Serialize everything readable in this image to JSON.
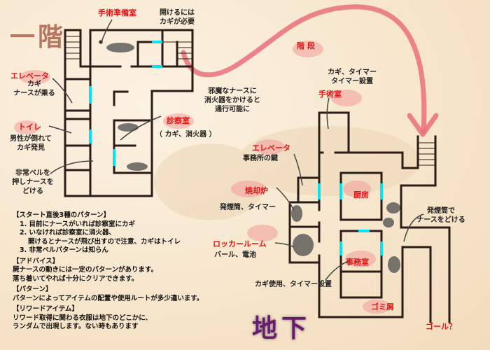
{
  "floors": {
    "first_floor_title": "一階",
    "basement_title": "地下"
  },
  "first_floor": {
    "surgery_prep": "手術準備室",
    "key_needed": [
      "開けるには",
      "カギが必要"
    ],
    "elevator": "エレベータ",
    "elevator_note": [
      "カギ",
      "ナースが乗る"
    ],
    "toilet": "トイレ",
    "toilet_note": [
      "男性が倒れて",
      "カギ発見"
    ],
    "alarm_note": [
      "非常ベルを",
      "押しナースを",
      "どける"
    ],
    "exam_room": "診察室",
    "exam_room_note": "（ カギ、消火器 ）",
    "extinguisher_note": [
      "邪魔なナースに",
      "消火器をかけると",
      "通行可能に"
    ]
  },
  "basement": {
    "stairs": "階 段",
    "surgery_note": [
      "カギ、タイマー",
      "タイマー設置"
    ],
    "surgery": "手術室",
    "elevator": "エレベータ",
    "elevator_note": "事務所の鍵",
    "incinerator": "焼却炉",
    "incinerator_note": "発煙筒、タイマー",
    "kitchen": "厨房",
    "locker_room": "ロッカールーム",
    "locker_note": "バール、電池",
    "office": "事務室",
    "office_note": "カギ使用、タイマー設置",
    "smoke_note": [
      "発煙筒で",
      "ナースをどける"
    ],
    "trash": "ゴミ屑",
    "goal": "ゴール？"
  },
  "notes": {
    "start_heading": "【スタート直後3種のパターン】",
    "start_items": [
      "1. 目前にナースがいれば診察室にカギ",
      "2. いなければ診察室に消火器、",
      "開けるとナースが飛び出すので注意、カギはトイレ",
      "3. 非常ベルパターンは知らん"
    ],
    "advice_heading": "【アドバイス】",
    "advice": [
      "屍ナースの動きには一定のパターンがあります。",
      "落ち着いてやれば十分にクリアできます。"
    ],
    "pattern_heading": "【パターン】",
    "pattern": "パターンによってアイテムの配置や使用ルートが多少違います。",
    "reward_heading": "【リワードアイテム】",
    "reward": [
      "リワード取得に関わる衣服は地下のどこかに、",
      "ランダムで出現します。ない時もあります"
    ]
  },
  "colors": {
    "wall": "#2a1c16",
    "door": "#00e5f0",
    "label": "#e01515",
    "arrow": "#e8707a"
  }
}
